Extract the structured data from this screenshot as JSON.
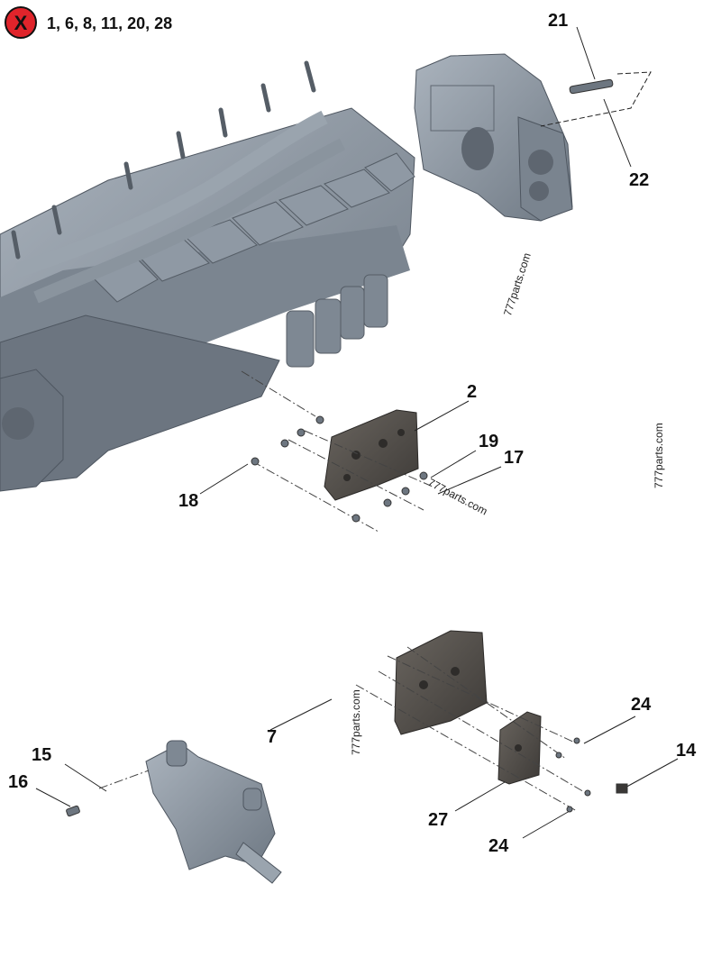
{
  "header": {
    "excluded_symbol": "X",
    "excluded_items": "1, 6, 8, 11, 20, 28"
  },
  "callouts": {
    "c21": "21",
    "c22": "22",
    "c2": "2",
    "c19": "19",
    "c17": "17",
    "c18": "18",
    "c24a": "24",
    "c14": "14",
    "c7": "7",
    "c15": "15",
    "c16": "16",
    "c27": "27",
    "c24b": "24"
  },
  "watermarks": {
    "w1": "777parts.com",
    "w2": "777parts.com",
    "w3": "777parts.com",
    "w4": "777parts.com"
  },
  "colors": {
    "part_body": "#8c97a4",
    "part_dark": "#5e6670",
    "plate": "#4a4744",
    "badge_red": "#e0242b"
  }
}
